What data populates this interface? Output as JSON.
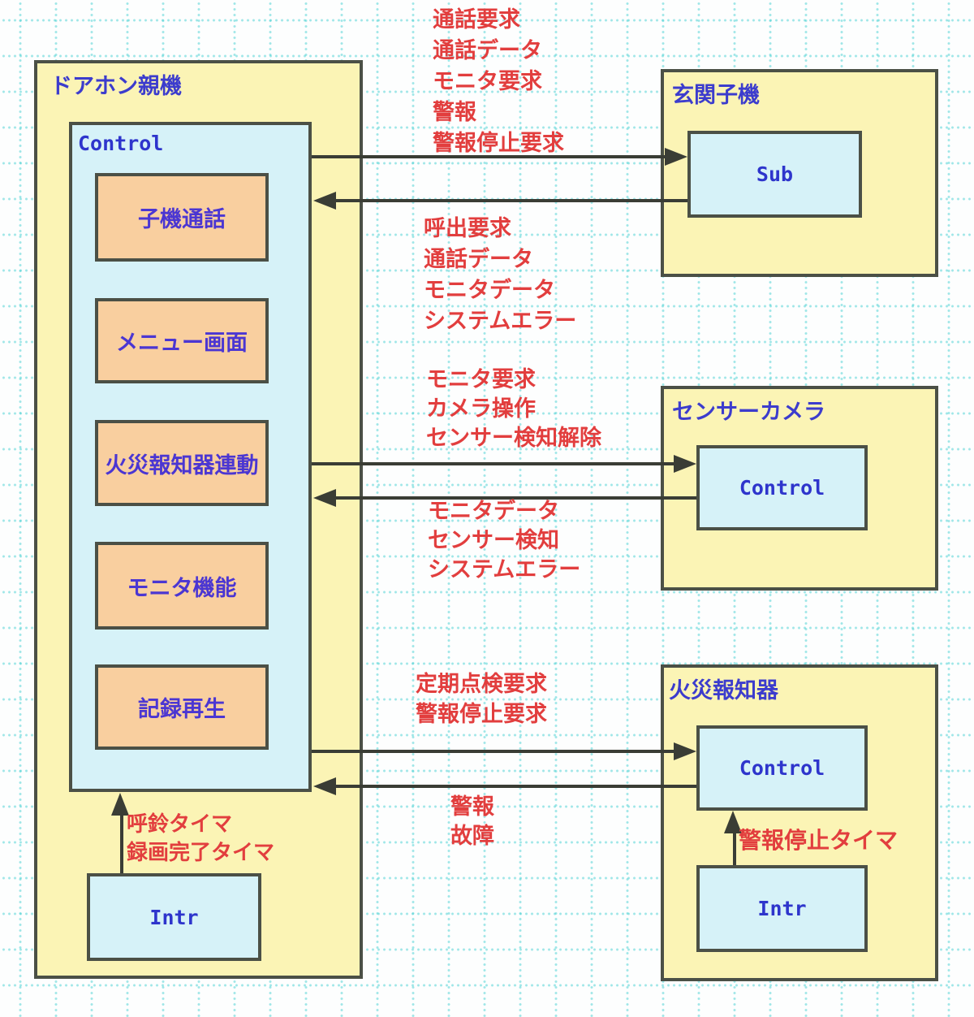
{
  "colors": {
    "unit_fill": "#fbf4b5",
    "inner_fill": "#d6f2f8",
    "module_fill": "#f9cf9f",
    "border": "#4b5046",
    "title_text": "#3c3ccd",
    "module_text": "#4b36d2",
    "message_text": "#e23e3e",
    "arrow": "#3a3d35",
    "grid": "#aeeaea"
  },
  "main_unit": {
    "title": "ドアホン親機",
    "control_label": "Control",
    "modules": [
      "子機通話",
      "メニュー画面",
      "火災報知器連動",
      "モニタ機能",
      "記録再生"
    ],
    "intr_label": "Intr",
    "timer_labels": [
      "呼鈴タイマ",
      "録画完了タイマ"
    ]
  },
  "entrance_unit": {
    "title": "玄関子機",
    "sub_label": "Sub"
  },
  "sensor_camera": {
    "title": "センサーカメラ",
    "control_label": "Control"
  },
  "fire_alarm": {
    "title": "火災報知器",
    "control_label": "Control",
    "intr_label": "Intr",
    "timer_label": "警報停止タイマ"
  },
  "messages": {
    "main_to_entrance": [
      "通話要求",
      "通話データ",
      "モニタ要求",
      "警報",
      "警報停止要求"
    ],
    "entrance_to_main": [
      "呼出要求",
      "通話データ",
      "モニタデータ",
      "システムエラー"
    ],
    "main_to_sensor": [
      "モニタ要求",
      "カメラ操作",
      "センサー検知解除"
    ],
    "sensor_to_main": [
      "モニタデータ",
      "センサー検知",
      "システムエラー"
    ],
    "main_to_fire": [
      "定期点検要求",
      "警報停止要求"
    ],
    "fire_to_main": [
      "警報",
      "故障"
    ]
  }
}
